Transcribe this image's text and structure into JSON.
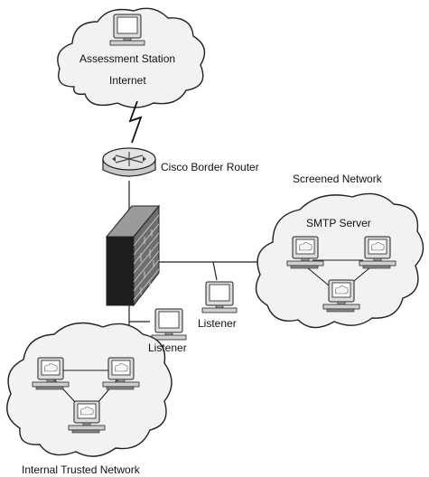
{
  "labels": {
    "assessment_station": "Assessment Station",
    "internet": "Internet",
    "border_router": "Cisco Border Router",
    "screened_network": "Screened Network",
    "smtp_server": "SMTP Server",
    "listener_screened": "Listener",
    "listener_internal": "Listener",
    "internal_network": "Internal Trusted Network"
  },
  "icons": {
    "router": "router-icon",
    "firewall": "firewall-brick-icon",
    "workstation": "workstation-icon",
    "cloud": "cloud-icon",
    "link": "lightning-wan-link-icon"
  },
  "colors": {
    "outline": "#222222",
    "cloud_fill": "#f2f2f2",
    "monitor_fill": "#dcdcdc",
    "screen_fill": "#ffffff",
    "brick_fill": "#444444",
    "router_fill": "#d8d8d8"
  }
}
